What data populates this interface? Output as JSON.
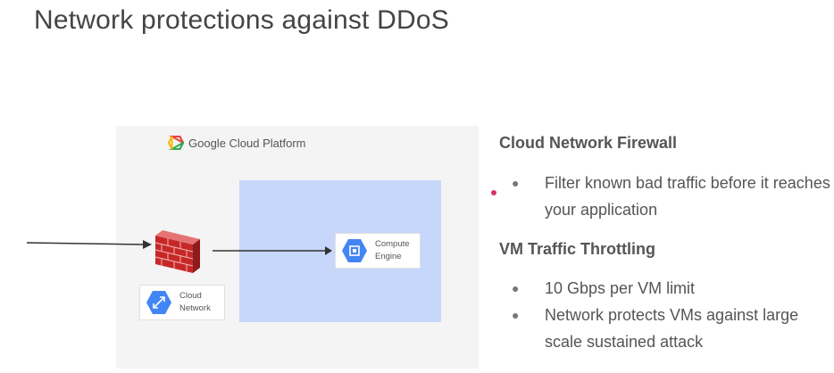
{
  "slide": {
    "title": "Network protections against DDoS"
  },
  "diagram": {
    "brand": "Google Cloud Platform",
    "compute": {
      "line1": "Compute",
      "line2": "Engine",
      "icon": "compute-engine-icon"
    },
    "network": {
      "line1": "Cloud",
      "line2": "Network",
      "icon": "cloud-network-icon"
    },
    "firewall_icon": "firewall-icon"
  },
  "features": {
    "heading1": "Cloud Network Firewall",
    "bullets1": [
      "Filter known bad traffic before it reaches your application"
    ],
    "heading2": "VM Traffic Throttling",
    "bullets2": [
      "10 Gbps per VM limit",
      "Network protects VMs against large scale sustained attack"
    ]
  },
  "colors": {
    "gcp_blue": "#4285f4",
    "firewall_red": "#d32f2f",
    "vpc_fill": "#c7d7fb",
    "pointer": "#d6336c"
  }
}
